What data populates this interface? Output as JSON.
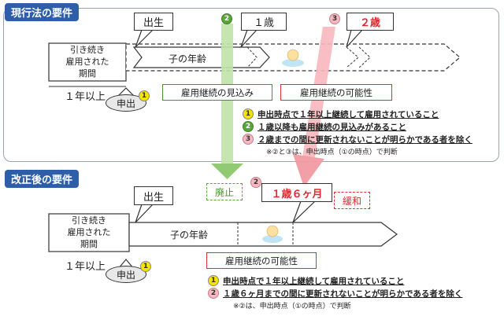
{
  "current": {
    "title": "現行法の要件",
    "period_label": [
      "引き続き",
      "雇用された",
      "期間"
    ],
    "one_year": "１年以上",
    "birth": "出生",
    "child_age": "子の年齢",
    "age_one": "１歳",
    "age_two": "２歳",
    "request": "申出",
    "continue_expected": "雇用継続の見込み",
    "continue_possible": "雇用継続の可能性",
    "notes": [
      {
        "num": "1",
        "text": "申出時点で１年以上継続して雇用されていること"
      },
      {
        "num": "2",
        "text": "１歳以降も雇用継続の見込みがあること"
      },
      {
        "num": "3",
        "text": "２歳までの間に更新されないことが明らかである者を除く"
      }
    ],
    "footnote": "※②と③は、申出時点（①の時点）で判断"
  },
  "revised": {
    "title": "改正後の要件",
    "period_label": [
      "引き続き",
      "雇用された",
      "期間"
    ],
    "one_year": "１年以上",
    "birth": "出生",
    "child_age": "子の年齢",
    "age_limit": "１歳６ヶ月",
    "abolished": "廃止",
    "relaxed": "緩和",
    "request": "申出",
    "continue_possible": "雇用継続の可能性",
    "notes": [
      {
        "num": "1",
        "text": "申出時点で１年以上継続して雇用されていること"
      },
      {
        "num": "2",
        "text": "１歳６ヶ月までの間に更新されないことが明らかである者を除く"
      }
    ],
    "footnote": "※②は、申出時点（①の時点）で判断"
  },
  "markers": {
    "n1": "1",
    "n2": "2",
    "n3": "3"
  },
  "colors": {
    "tag": "#2e5ea8",
    "red": "#e0272f",
    "green": "#5aa43c",
    "pink": "#f6b8c2",
    "yellow": "#f5e300"
  }
}
